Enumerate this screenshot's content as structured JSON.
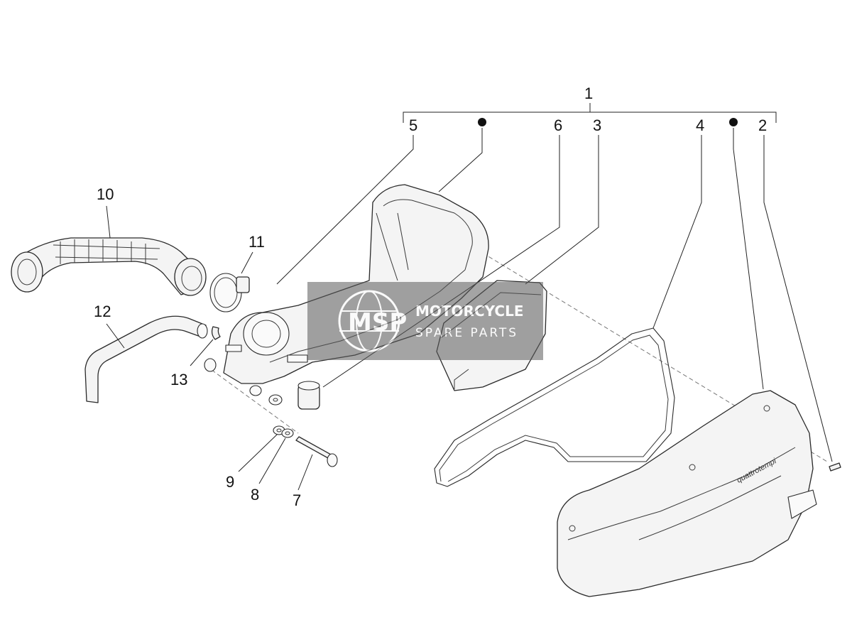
{
  "callouts": {
    "c1": "1",
    "c2": "2",
    "c3": "3",
    "c4": "4",
    "c5": "5",
    "c6": "6",
    "c7": "7",
    "c8": "8",
    "c9": "9",
    "c10": "10",
    "c11": "11",
    "c12": "12",
    "c13": "13"
  },
  "watermark": {
    "logo": "MSP",
    "line1": "MOTORCYCLE",
    "line2": "SPARE PARTS",
    "box_color": "#5a5a5a"
  },
  "cover_label": "quattrotempi"
}
